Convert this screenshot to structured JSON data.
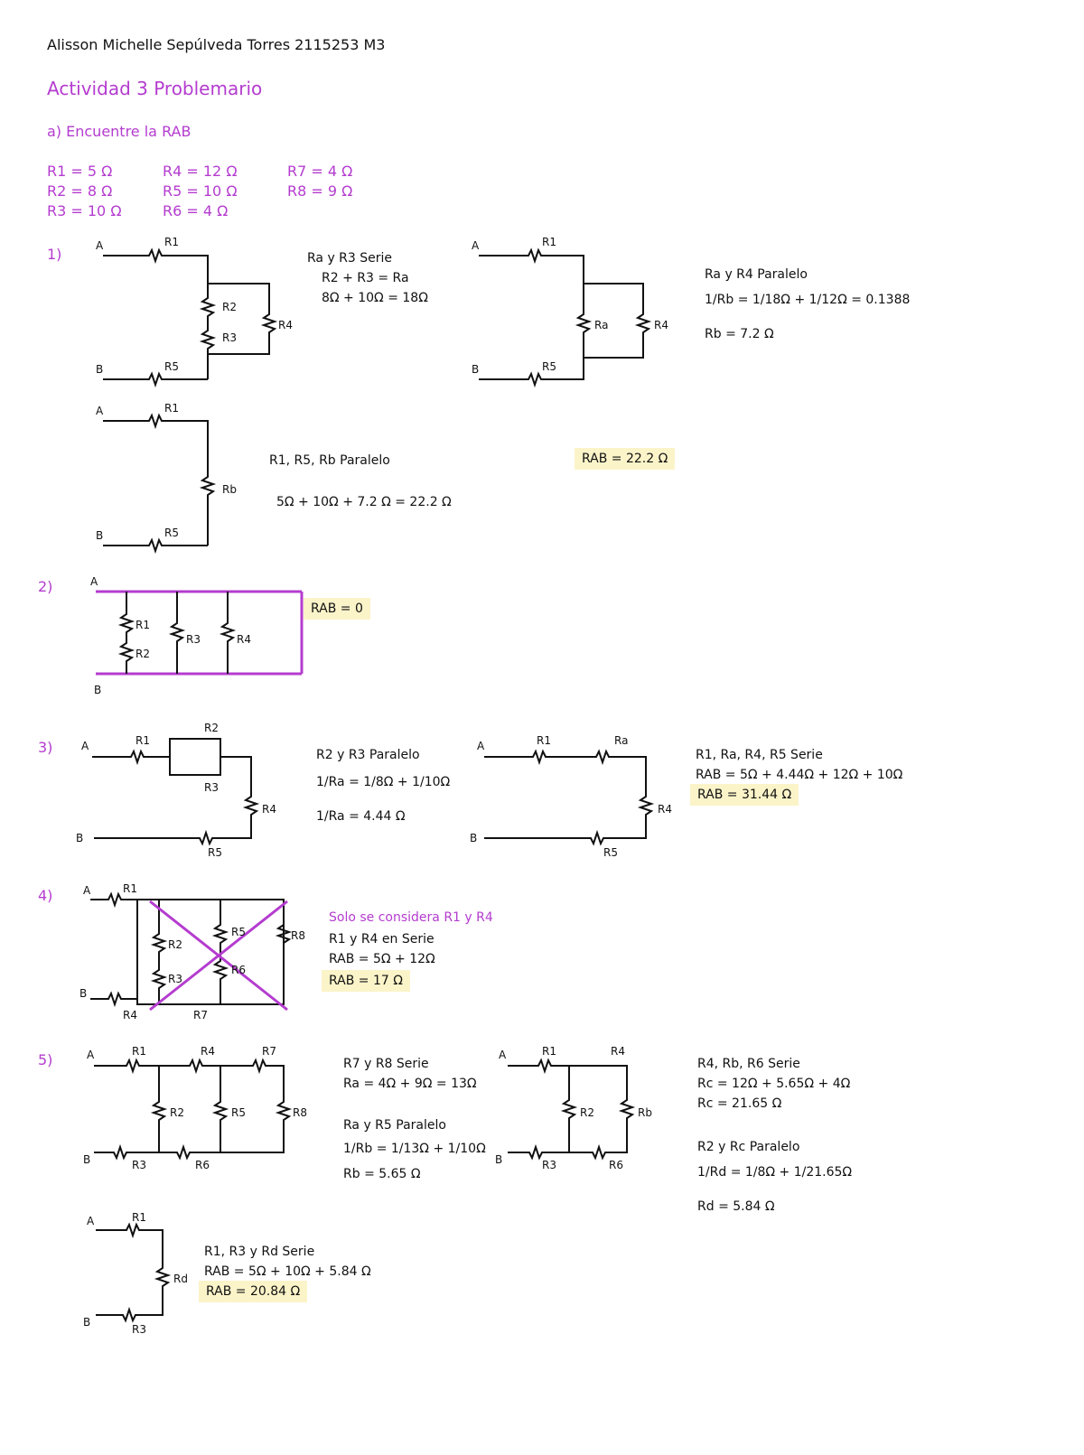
{
  "header": {
    "name_line": "Alisson Michelle Sepúlveda Torres  2115253  M3",
    "activity": "Actividad 3 Problemario",
    "task": "a) Encuentre la RAB"
  },
  "given": [
    "R1 = 5 Ω",
    "R2 = 8 Ω",
    "R3 = 10 Ω",
    "R4 = 12 Ω",
    "R5 = 10 Ω",
    "R6 = 4 Ω",
    "R7 = 4 Ω",
    "R8 = 9 Ω"
  ],
  "p1": {
    "num": "1)",
    "note1": [
      "Ra y R3 Serie",
      "R2 + R3 = Ra",
      "8Ω + 10Ω = 18Ω"
    ],
    "note2": [
      "Ra y R4 Paralelo",
      "1/Rb = 1/18Ω + 1/12Ω = 0.1388",
      "Rb = 7.2 Ω"
    ],
    "note3": [
      "R1, R5, Rb Paralelo",
      "5Ω + 10Ω + 7.2 Ω = 22.2 Ω"
    ],
    "result": "RAB = 22.2 Ω"
  },
  "p2": {
    "num": "2)",
    "result": "RAB = 0"
  },
  "p3": {
    "num": "3)",
    "note1": [
      "R2 y R3 Paralelo",
      "1/Ra = 1/8Ω + 1/10Ω",
      "1/Ra = 4.44 Ω"
    ],
    "note2": [
      "R1, Ra, R4, R5 Serie",
      "RAB = 5Ω + 4.44Ω + 12Ω + 10Ω"
    ],
    "result": "RAB = 31.44 Ω"
  },
  "p4": {
    "num": "4)",
    "note": [
      "Solo se considera R1 y R4",
      "R1 y R4 en Serie",
      "RAB = 5Ω + 12Ω"
    ],
    "result": "RAB = 17 Ω"
  },
  "p5": {
    "num": "5)",
    "note1": [
      "R7 y R8 Serie",
      "Ra = 4Ω + 9Ω = 13Ω"
    ],
    "note2": [
      "Ra y R5 Paralelo",
      "1/Rb = 1/13Ω + 1/10Ω",
      "Rb = 5.65 Ω"
    ],
    "note3": [
      "R4, Rb, R6 Serie",
      "Rc = 12Ω + 5.65Ω + 4Ω",
      "Rc = 21.65 Ω"
    ],
    "note4": [
      "R2 y Rc Paralelo",
      "1/Rd = 1/8Ω + 1/21.65Ω",
      "Rd = 5.84 Ω"
    ],
    "note5": [
      "R1, R3 y Rd Serie",
      "RAB = 5Ω + 10Ω + 5.84 Ω"
    ],
    "result": "RAB = 20.84 Ω"
  },
  "labels": {
    "A": "A",
    "B": "B",
    "R1": "R1",
    "R2": "R2",
    "R3": "R3",
    "R4": "R4",
    "R5": "R5",
    "R6": "R6",
    "R7": "R7",
    "R8": "R8",
    "Ra": "Ra",
    "Rb": "Rb",
    "Rd": "Rd"
  }
}
